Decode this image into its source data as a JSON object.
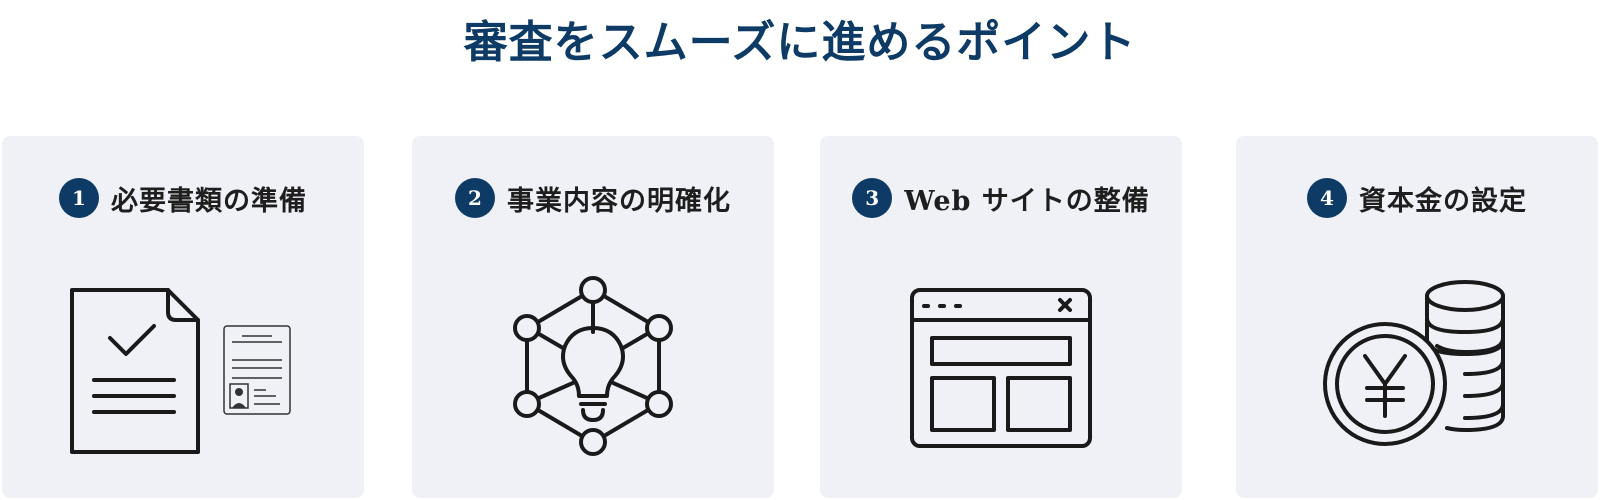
{
  "page": {
    "title": "審査をスムーズに進めるポイント"
  },
  "cards": [
    {
      "number": "1",
      "label": "必要書類の準備",
      "icon": "documents-icon"
    },
    {
      "number": "2",
      "label": "事業内容の明確化",
      "icon": "lightbulb-network-icon"
    },
    {
      "number": "3",
      "label": "Web サイトの整備",
      "icon": "browser-window-icon"
    },
    {
      "number": "4",
      "label": "資本金の設定",
      "icon": "yen-coins-icon"
    }
  ],
  "colors": {
    "accent": "#0e3a66",
    "card_bg": "#eff1f6",
    "icon_stroke": "#1a1a1a"
  }
}
